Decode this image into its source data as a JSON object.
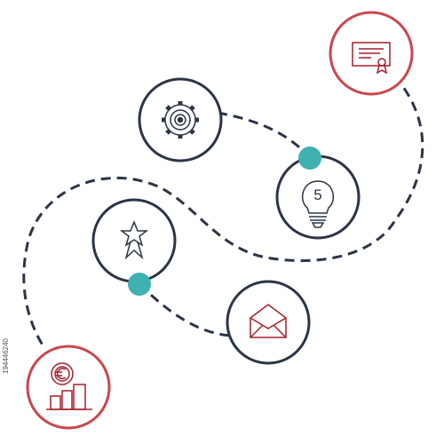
{
  "colors": {
    "navy": "#2b3546",
    "red": "#c9474d",
    "dark_red": "#a61e2b",
    "teal": "#3fb1b1",
    "background": "#ffffff"
  },
  "nodes": [
    {
      "id": "certificate",
      "icon": "certificate-icon",
      "ring_color": "red"
    },
    {
      "id": "gear",
      "icon": "gear-icon",
      "ring_color": "navy"
    },
    {
      "id": "bulb",
      "icon": "lightbulb-icon",
      "ring_color": "navy",
      "label": "5"
    },
    {
      "id": "award",
      "icon": "star-award-icon",
      "ring_color": "navy"
    },
    {
      "id": "mail",
      "icon": "envelope-icon",
      "ring_color": "navy"
    },
    {
      "id": "chart",
      "icon": "euro-chart-icon",
      "ring_color": "red"
    }
  ],
  "connector_dots": [
    "teal-dot-upper",
    "teal-dot-lower"
  ],
  "stock_id": "194446240"
}
